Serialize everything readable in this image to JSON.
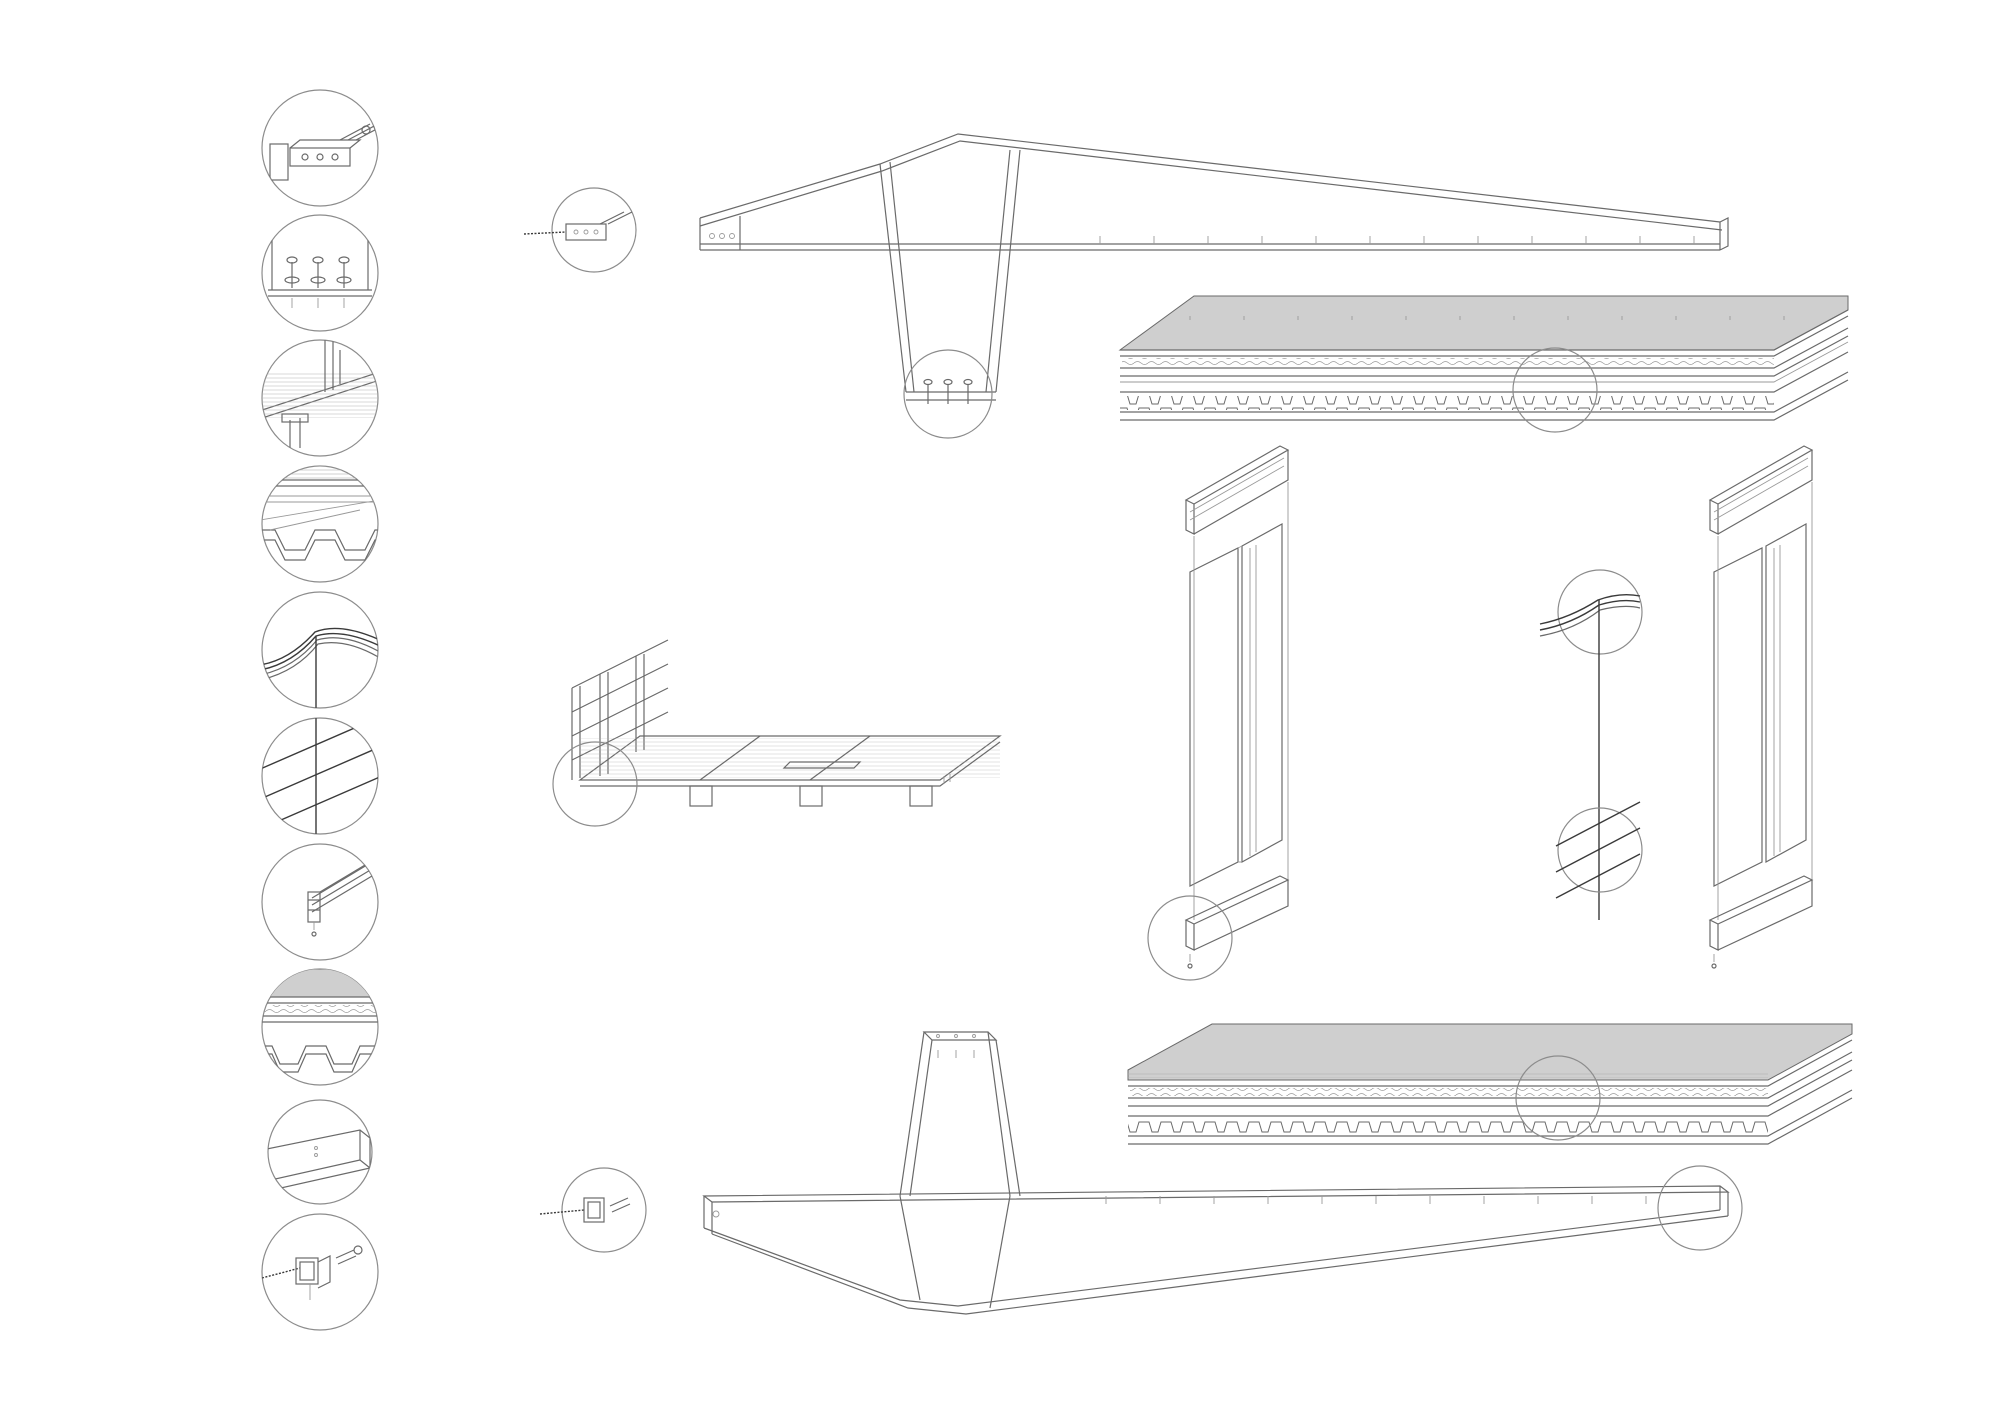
{
  "drawing": {
    "background": "#ffffff",
    "line_color": "#6a6a6a",
    "fill_color": "#cfcfcf"
  },
  "detail_callouts": [
    {
      "id": "d1",
      "name": "bolted-end-plate-detail"
    },
    {
      "id": "d2",
      "name": "bolt-group-detail"
    },
    {
      "id": "d3",
      "name": "railing-post-detail"
    },
    {
      "id": "d4",
      "name": "trapezoidal-deck-detail"
    },
    {
      "id": "d5",
      "name": "cable-bundle-detail"
    },
    {
      "id": "d6",
      "name": "parallel-cables-detail"
    },
    {
      "id": "d7",
      "name": "profile-rail-detail"
    },
    {
      "id": "d8",
      "name": "layered-roof-detail"
    },
    {
      "id": "d9",
      "name": "box-beam-end-detail"
    },
    {
      "id": "d10",
      "name": "threaded-rod-connector-detail"
    }
  ],
  "components": [
    {
      "id": "c1",
      "name": "upper-cantilever-truss"
    },
    {
      "id": "c2",
      "name": "upper-roof-layers"
    },
    {
      "id": "c3",
      "name": "walkway-deck-with-railing"
    },
    {
      "id": "c4",
      "name": "left-wall-panel"
    },
    {
      "id": "c5",
      "name": "cable-stay"
    },
    {
      "id": "c6",
      "name": "right-wall-panel"
    },
    {
      "id": "c7",
      "name": "lower-roof-layers"
    },
    {
      "id": "c8",
      "name": "lower-cantilever-truss"
    }
  ]
}
